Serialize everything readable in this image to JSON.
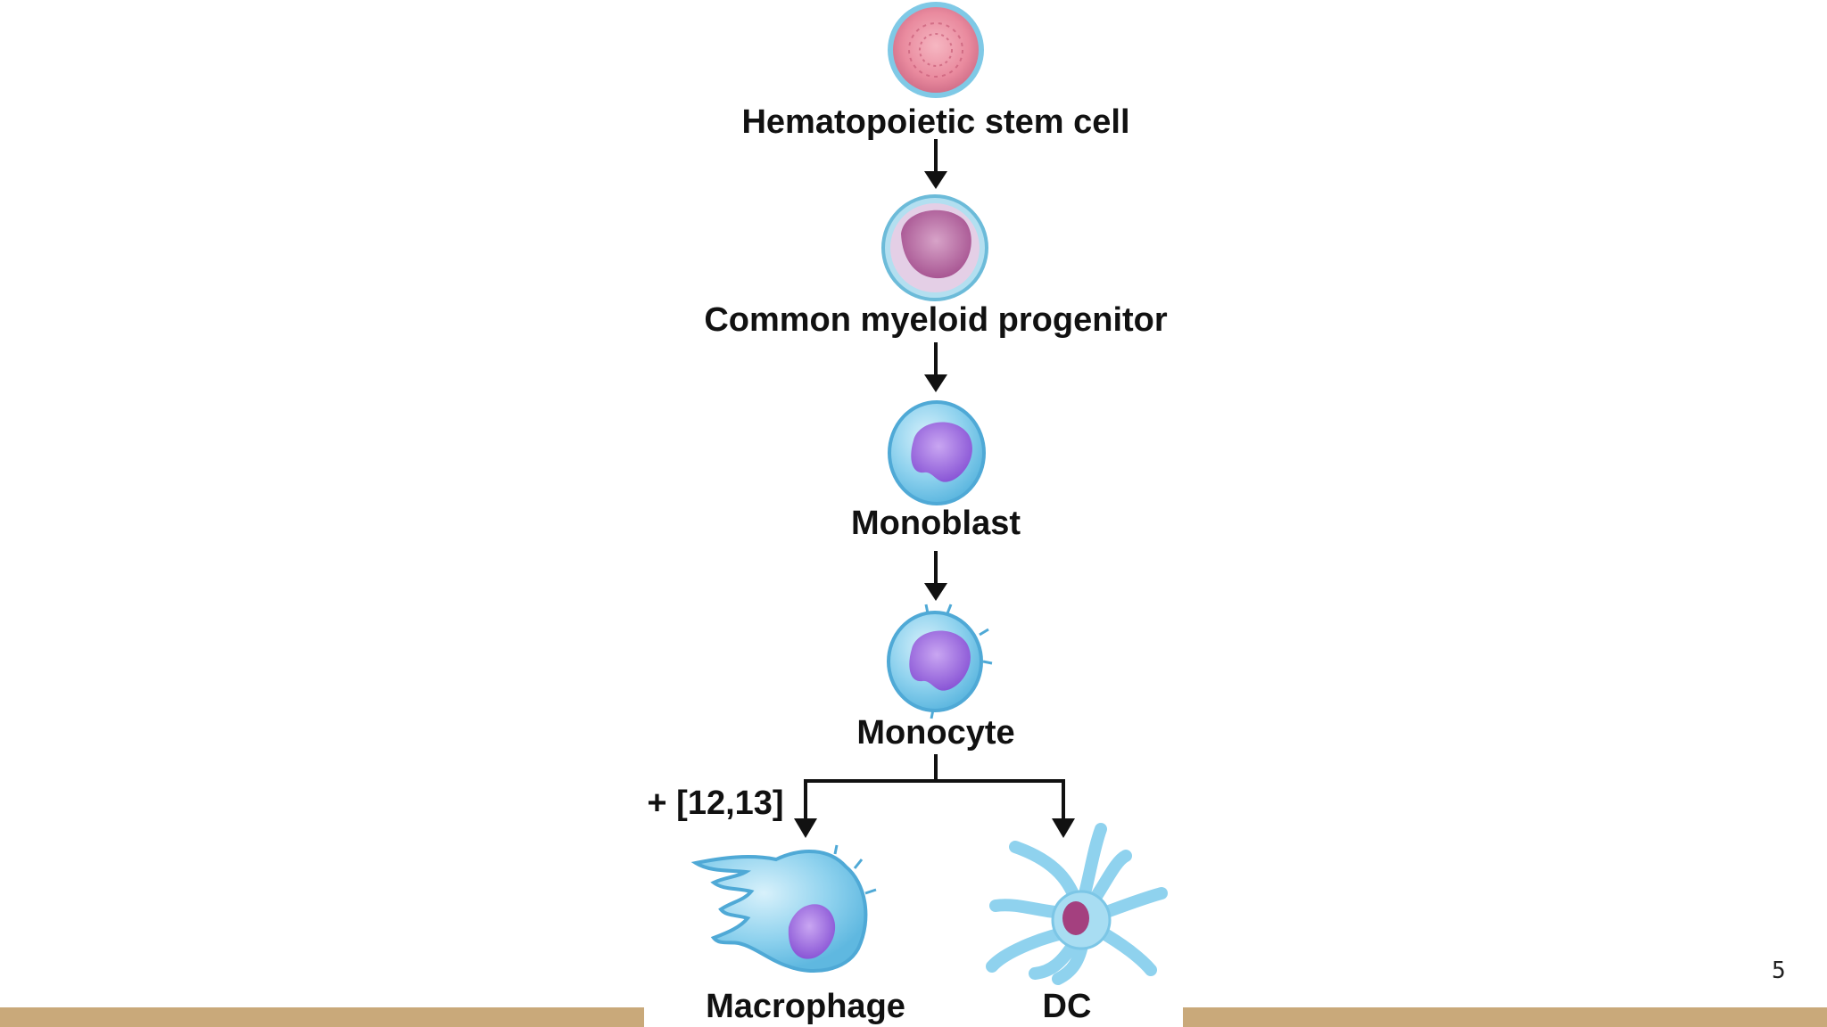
{
  "diagram": {
    "stages": [
      {
        "label": "Hematopoietic stem cell",
        "icon": "hematopoietic-stem-cell-icon"
      },
      {
        "label": "Common myeloid progenitor",
        "icon": "common-myeloid-progenitor-icon"
      },
      {
        "label": "Monoblast",
        "icon": "monoblast-icon"
      },
      {
        "label": "Monocyte",
        "icon": "monocyte-icon"
      }
    ],
    "branches": [
      {
        "label": "Macrophage",
        "icon": "macrophage-icon",
        "annotation": "+ [12,13]"
      },
      {
        "label": "DC",
        "icon": "dendritic-cell-icon"
      }
    ]
  },
  "slide": {
    "number": "5"
  },
  "colors": {
    "accent_bar": "#c9a97a",
    "arrow": "#111111"
  }
}
